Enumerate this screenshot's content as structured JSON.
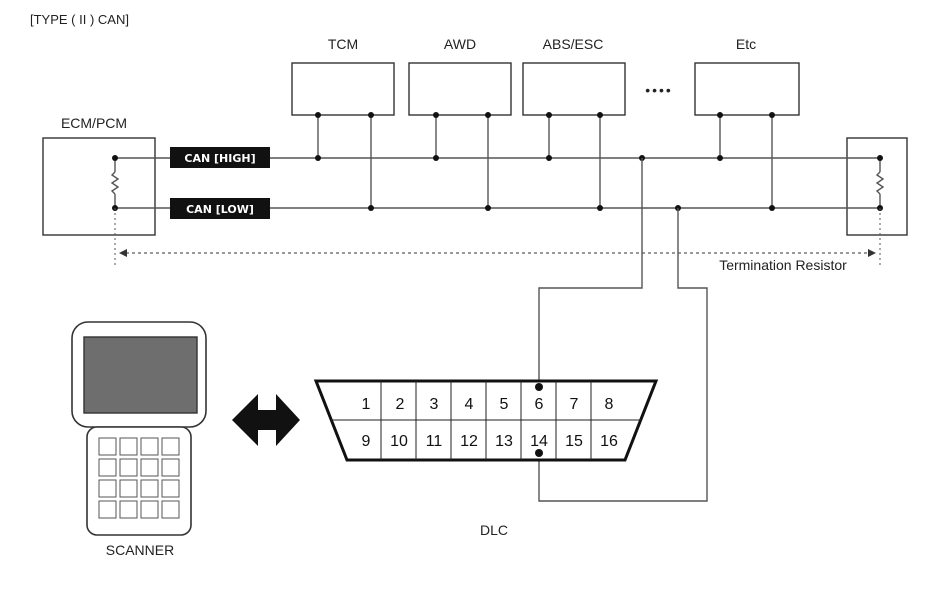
{
  "title": "[TYPE ( II ) CAN]",
  "modules": [
    "TCM",
    "AWD",
    "ABS/ESC",
    "Etc"
  ],
  "ellipsis": "••••",
  "ecm_label": "ECM/PCM",
  "can_high_label": "CAN [HIGH]",
  "can_low_label": "CAN [LOW]",
  "termination_label": "Termination Resistor",
  "dlc_label": "DLC",
  "scanner_label": "SCANNER",
  "dlc_pins_top": [
    "1",
    "2",
    "3",
    "4",
    "5",
    "6",
    "7",
    "8"
  ],
  "dlc_pins_bottom": [
    "9",
    "10",
    "11",
    "12",
    "13",
    "14",
    "15",
    "16"
  ],
  "colors": {
    "line": "#555555",
    "tag_bg": "#111111",
    "screen": "#6e6e6e"
  }
}
